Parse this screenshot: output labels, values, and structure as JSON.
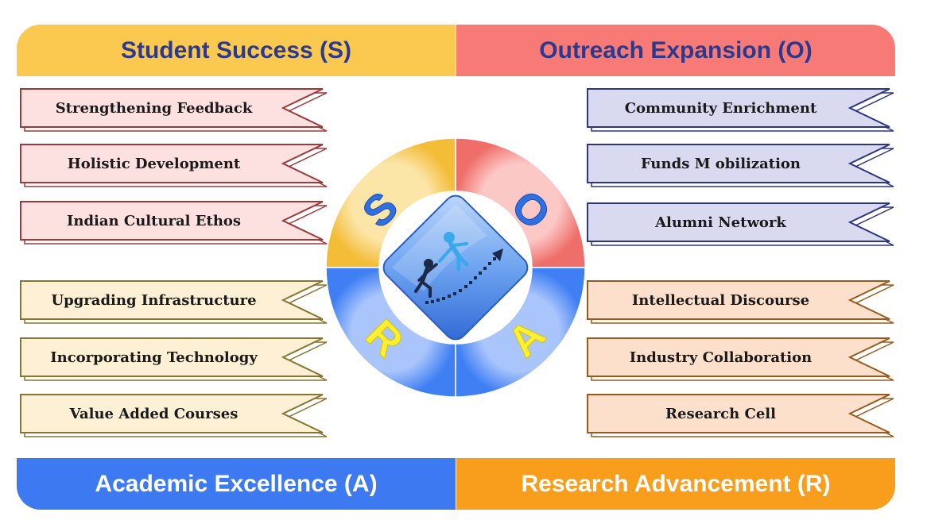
{
  "headers": {
    "student_success": "Student Success (S)",
    "outreach_expansion": "Outreach Expansion (O)",
    "academic_excellence": "Academic Excellence (A)",
    "research_advancement": "Research Advancement (R)"
  },
  "student_success_items": [
    "Strengthening Feedback",
    "Holistic Development",
    "Indian Cultural Ethos"
  ],
  "academic_excellence_items": [
    "Upgrading Infrastructure",
    "Incorporating Technology",
    "Value Added Courses"
  ],
  "outreach_expansion_items": [
    "Community Enrichment",
    "Funds M obilization",
    "Alumni Network"
  ],
  "research_advancement_items": [
    "Intellectual Discourse",
    "Industry Collaboration",
    "Research Cell"
  ],
  "cycle_letters": {
    "s": "S",
    "o": "O",
    "r": "R",
    "a": "A"
  },
  "colors": {
    "student_success": "#fbc850",
    "outreach_expansion": "#f77a76",
    "academic_excellence": "#3d79f0",
    "research_advancement": "#f99d1c",
    "header_text": "#2b3a8e",
    "pink_fill": "#fde0e0",
    "pink_stroke": "#9c3a3a",
    "cream_fill": "#fdf0d4",
    "cream_stroke": "#8a7430",
    "lavender_fill": "#d9d9f0",
    "lavender_stroke": "#2e3580",
    "peach_fill": "#fde0cc",
    "peach_stroke": "#9a5a1e"
  },
  "icons": [
    "climbing-figures-icon",
    "upward-arrow-icon"
  ]
}
